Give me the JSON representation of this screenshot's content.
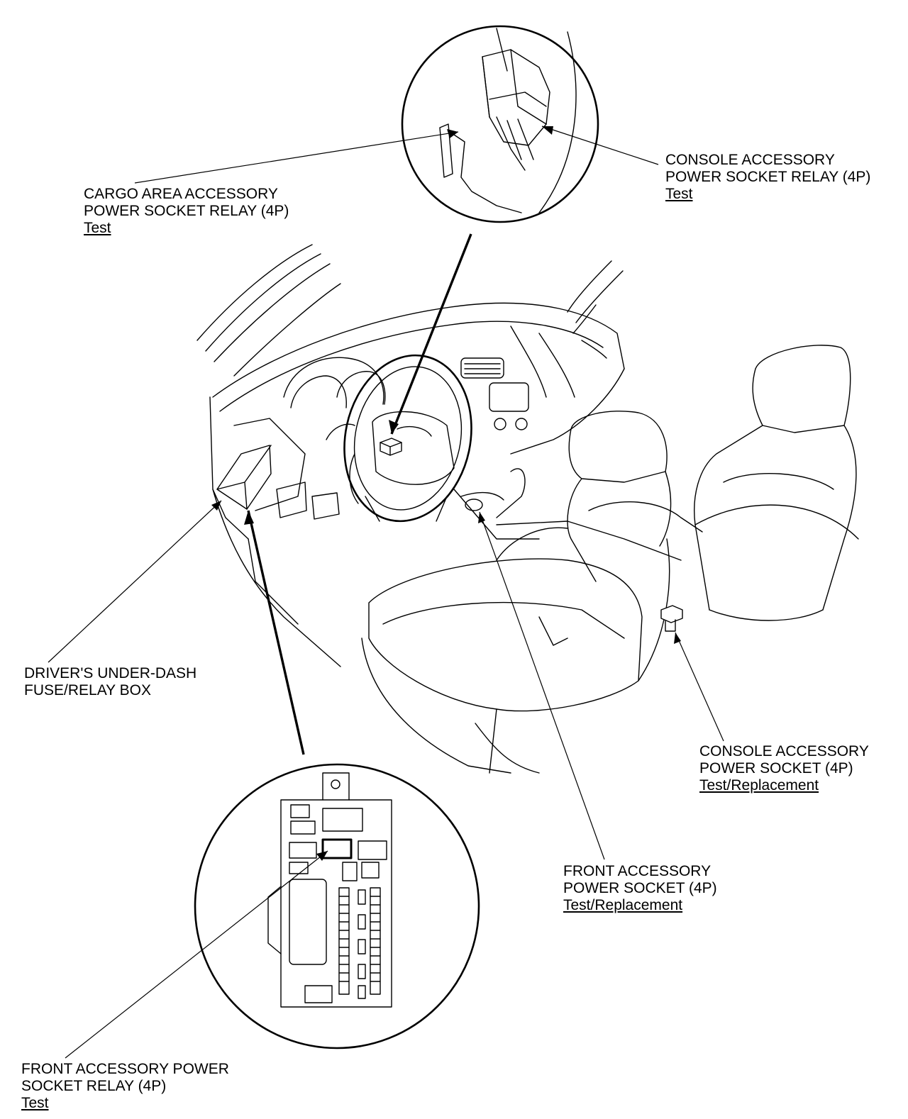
{
  "callouts": {
    "cargo_relay": {
      "lines": [
        "CARGO AREA ACCESSORY",
        "POWER SOCKET RELAY (4P)"
      ],
      "link": "Test"
    },
    "console_relay": {
      "lines": [
        "CONSOLE ACCESSORY",
        "POWER SOCKET RELAY (4P)"
      ],
      "link": "Test"
    },
    "fuse_box": {
      "lines": [
        "DRIVER'S UNDER-DASH",
        "FUSE/RELAY BOX"
      ]
    },
    "console_socket": {
      "lines": [
        "CONSOLE ACCESSORY",
        "POWER SOCKET (4P)"
      ],
      "link": "Test/Replacement"
    },
    "front_socket": {
      "lines": [
        "FRONT ACCESSORY",
        "POWER SOCKET (4P)"
      ],
      "link": "Test/Replacement"
    },
    "front_relay": {
      "lines": [
        "FRONT ACCESSORY POWER",
        "SOCKET RELAY (4P)"
      ],
      "link": "Test"
    }
  },
  "colors": {
    "ink": "#000000",
    "paper": "#ffffff"
  }
}
